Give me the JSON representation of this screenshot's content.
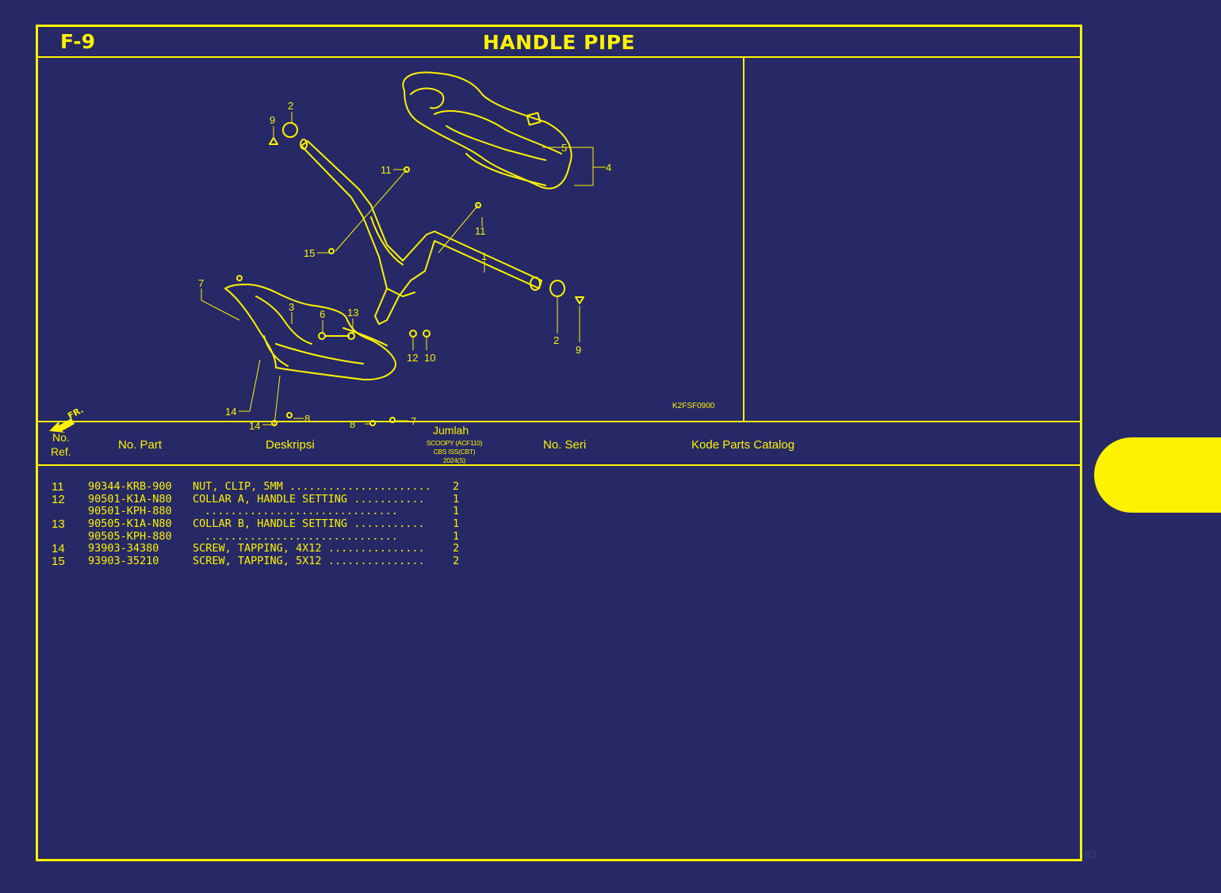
{
  "header": {
    "sheet_code": "F-9",
    "title": "HANDLE PIPE"
  },
  "diagram": {
    "figure_code": "K2FSF0900",
    "front_indicator": "FR.",
    "callouts": [
      "9",
      "2",
      "11",
      "5",
      "4",
      "11",
      "15",
      "1",
      "7",
      "3",
      "6",
      "13",
      "12",
      "10",
      "2",
      "9",
      "14",
      "14",
      "8",
      "8",
      "7"
    ]
  },
  "columns": {
    "ref_line1": "No.",
    "ref_line2": "Ref.",
    "part": "No. Part",
    "desc": "Deskripsi",
    "qty": "Jumlah",
    "qty_model_1": "SCOOPY (ACF110)",
    "qty_model_2": "CBS ISS(CBT)",
    "qty_model_3": "2024(S)",
    "serial": "No. Seri",
    "catalog": "Kode Parts Catalog"
  },
  "rows": [
    {
      "ref": "11",
      "part": "90344-KRB-900",
      "desc": "NUT, CLIP, 5MM",
      "dots": "......................",
      "qty": "2"
    },
    {
      "ref": "12",
      "part": "90501-K1A-N80",
      "desc": "COLLAR A, HANDLE SETTING",
      "dots": "...........",
      "qty": "1"
    },
    {
      "ref": "",
      "part": "90501-KPH-880",
      "desc": "",
      "dots": "..............................",
      "qty": "1"
    },
    {
      "ref": "13",
      "part": "90505-K1A-N80",
      "desc": "COLLAR B, HANDLE SETTING",
      "dots": "...........",
      "qty": "1"
    },
    {
      "ref": "",
      "part": "90505-KPH-880",
      "desc": "",
      "dots": "..............................",
      "qty": "1"
    },
    {
      "ref": "14",
      "part": "93903-34380",
      "desc": "SCREW, TAPPING, 4X12",
      "dots": "...............",
      "qty": "2"
    },
    {
      "ref": "15",
      "part": "93903-35210",
      "desc": "SCREW, TAPPING, 5X12",
      "dots": "...............",
      "qty": "2"
    }
  ],
  "page_number": "63",
  "colors": {
    "background": "#262966",
    "accent": "#fff200"
  }
}
